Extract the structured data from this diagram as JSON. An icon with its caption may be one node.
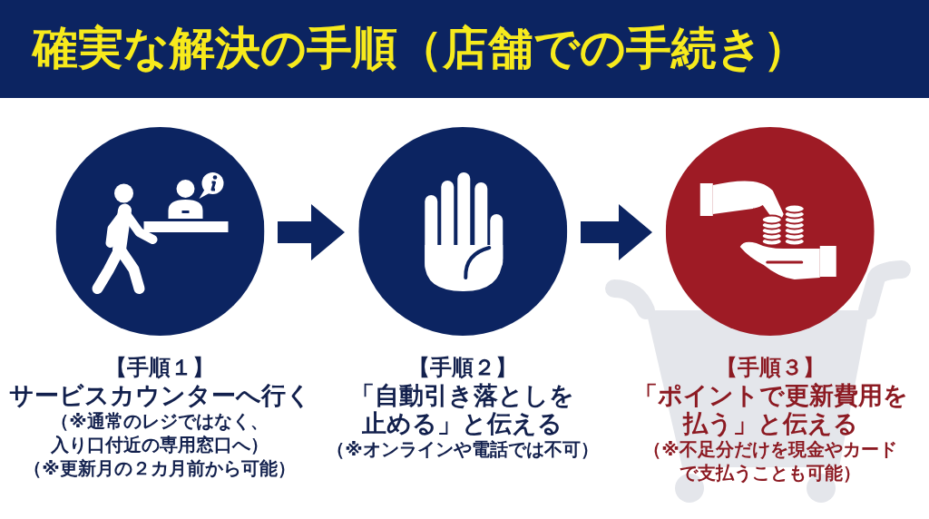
{
  "diagram": {
    "title": "確実な解決の手順（店舗での手続き）",
    "nodes": [
      {
        "text": [
          "【手順１】",
          "サービスカウンターへ行く",
          "（※通常のレジではなく、入り口付近の専用窓口へ）",
          "（※更新月の２カ月前から可能）"
        ]
      },
      {
        "text": [
          "【手順２】",
          "「自動引き落としを止める」と伝える",
          "（※オンラインや電話では不可）"
        ]
      },
      {
        "text": [
          "【手順３】",
          "「ポイントで更新費用を払う」と伝える",
          "（※不足分だけを現金やカードで支払うことも可能）"
        ]
      }
    ],
    "edges": [
      {
        "from": 0,
        "to": 1,
        "arrow": "to"
      },
      {
        "from": 1,
        "to": 2,
        "arrow": "to"
      }
    ]
  }
}
